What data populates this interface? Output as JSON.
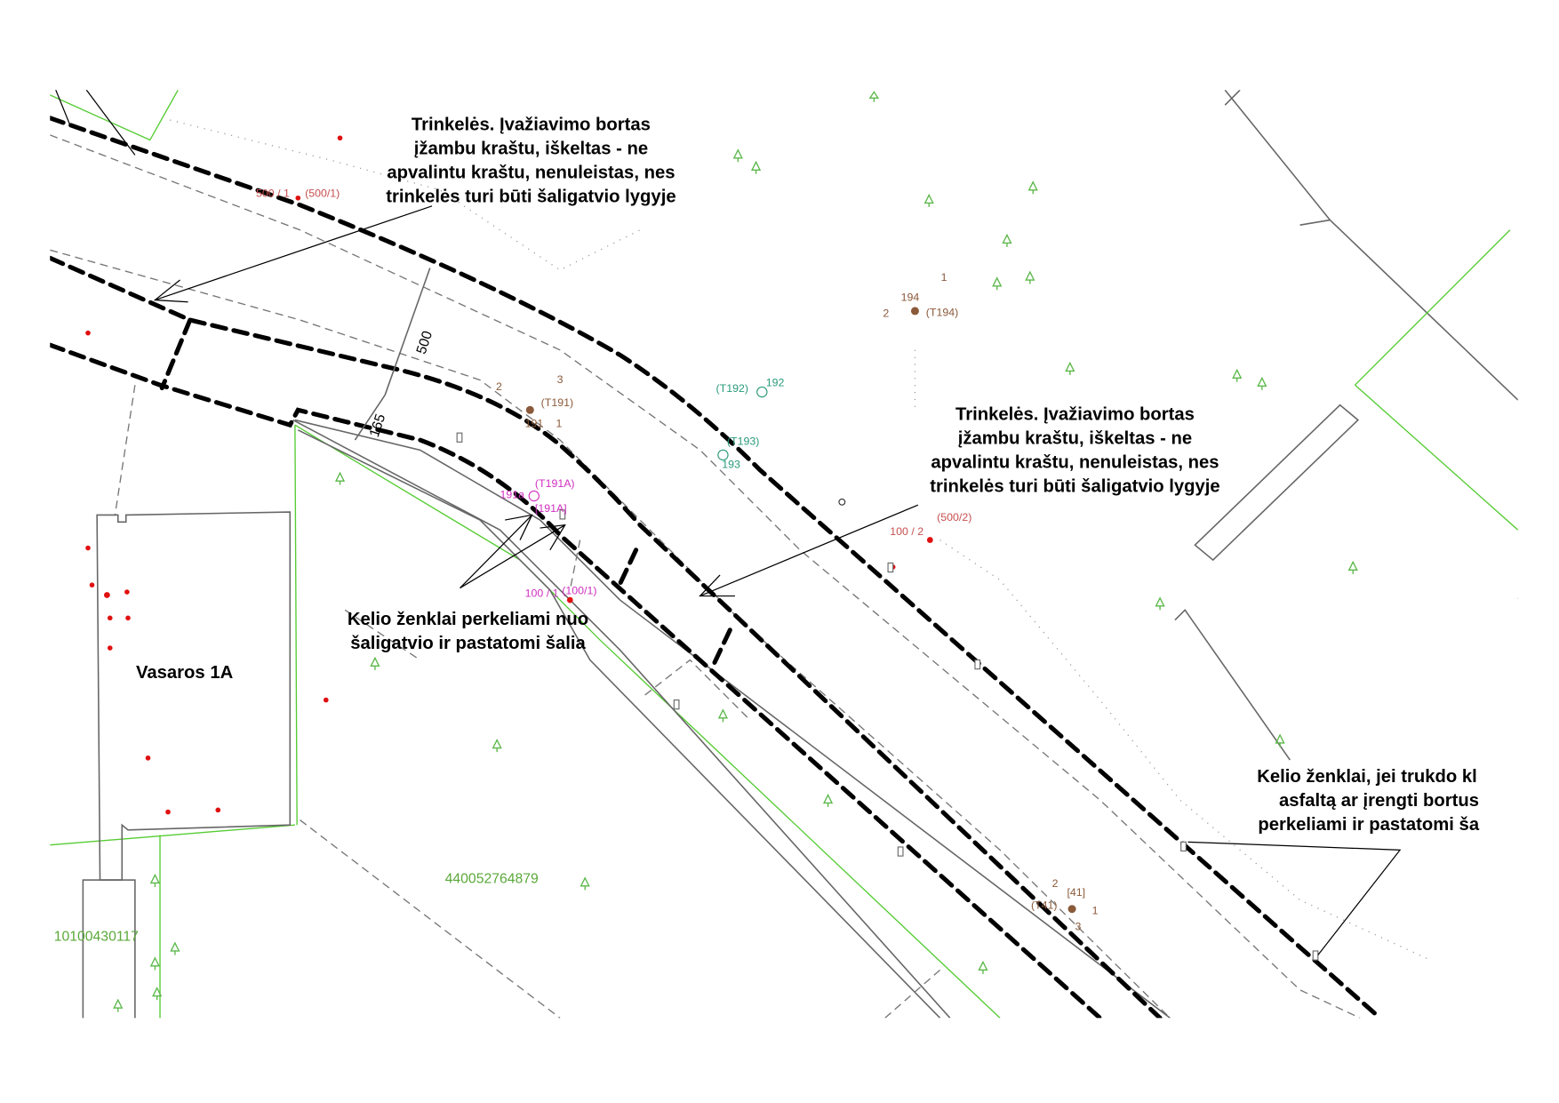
{
  "notes": {
    "top": [
      "Trinkelės. Įvažiavimo bortas",
      "įžambu kraštu, iškeltas - ne",
      "apvalintu kraštu, nenuleistas, nes",
      "trinkelės turi būti šaligatvio lygyje"
    ],
    "right": [
      "Trinkelės. Įvažiavimo bortas",
      "įžambu kraštu, iškeltas - ne",
      "apvalintu kraštu, nenuleistas, nes",
      "trinkelės turi būti šaligatvio lygyje"
    ],
    "signs_center": [
      "Kelio ženklai perkeliami nuo",
      "šaligatvio ir pastatomi šalia"
    ],
    "signs_right": [
      "Kelio ženklai, jei trukdo kl",
      "asfaltą ar įrengti bortus",
      "perkeliami ir pastatomi ša"
    ]
  },
  "building": {
    "label": "Vasaros 1A"
  },
  "dimensions": {
    "d500": "500",
    "d165": "165"
  },
  "parcels": {
    "p1": "440052764879",
    "p2": "10100430117"
  },
  "points": {
    "t191": {
      "id": "(T191)",
      "num": "191",
      "n1": "1",
      "n2": "2",
      "n3": "3"
    },
    "t194": {
      "id": "(T194)",
      "num": "194",
      "n1": "1",
      "n2": "2"
    },
    "t192": {
      "id": "(T192)",
      "num": "192"
    },
    "t193": {
      "id": "(T193)",
      "num": "193"
    },
    "t191a": {
      "id": "(T191A)",
      "num": "191a",
      "alt": "[191A]"
    },
    "p100_1": {
      "a": "100 / 1",
      "b": "(100/1)"
    },
    "p100_2": {
      "a": "100 / 2",
      "b": "(500/2)"
    },
    "p500_1": {
      "a": "500 / 1",
      "b": "(500/1)"
    },
    "t41": {
      "id": "(T41)",
      "num": "[41]",
      "n1": "1",
      "n2": "2",
      "n3": "3"
    }
  },
  "colors": {
    "brown": "#8a5a3a",
    "teal": "#2a9a7a",
    "magenta": "#d030c0",
    "red": "#e01010",
    "green": "#55cc33",
    "parcel_text": "#5aa83a"
  }
}
